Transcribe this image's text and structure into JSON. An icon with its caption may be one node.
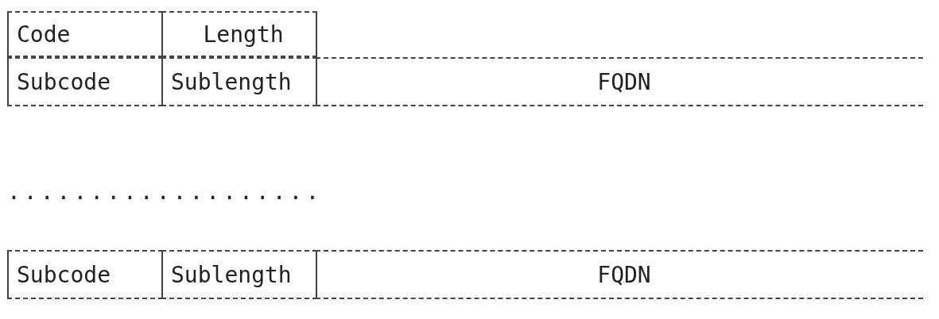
{
  "diagram": {
    "nodes": [
      {
        "text": [
          "Code"
        ]
      },
      {
        "text": [
          "Length"
        ]
      },
      {
        "text": [
          "Subcode"
        ]
      },
      {
        "text": [
          "Sublength"
        ]
      },
      {
        "text": [
          "FQDN"
        ]
      },
      {
        "text": [
          "Subcode"
        ]
      },
      {
        "text": [
          "Sublength"
        ]
      },
      {
        "text": [
          "FQDN"
        ]
      }
    ],
    "labels": [
      "..................."
    ]
  }
}
